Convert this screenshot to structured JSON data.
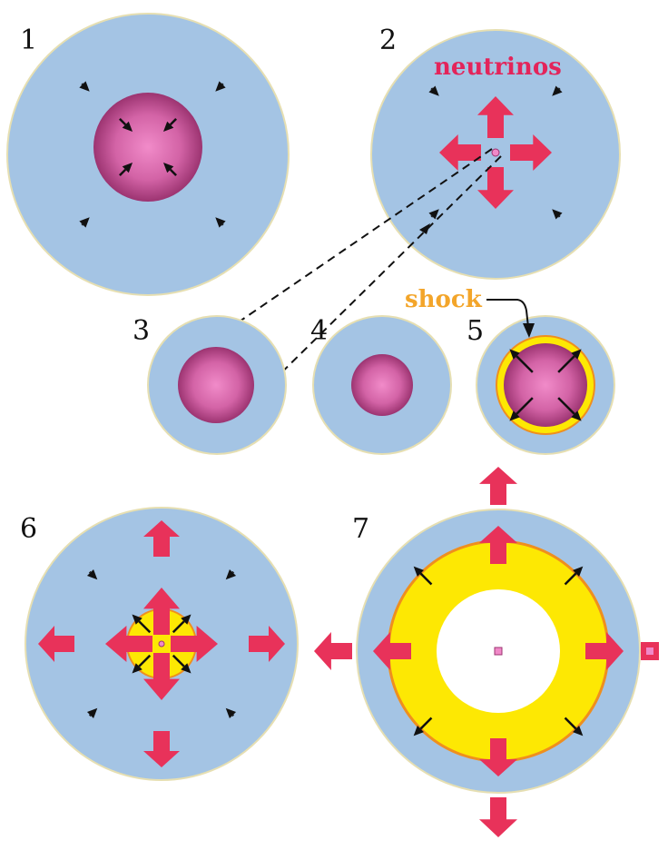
{
  "panels": [
    {
      "number": "1"
    },
    {
      "number": "2"
    },
    {
      "number": "3"
    },
    {
      "number": "4"
    },
    {
      "number": "5"
    },
    {
      "number": "6"
    },
    {
      "number": "7"
    }
  ],
  "labels": {
    "neutrinos": "neutrinos",
    "shock": "shock"
  },
  "colors": {
    "envelope": "#a4c4e4",
    "envelope_edge": "#e6dfb2",
    "core": "#b2437f",
    "core_glow": "#f089c8",
    "neutrinos_label": "#e3245a",
    "shock_label": "#f3a52a",
    "shock_shell": "#fde803",
    "shock_edge": "#ef8f1e",
    "big_arrow": "#e8325a",
    "small_arrow": "#111111",
    "cavity": "#ffffff"
  }
}
